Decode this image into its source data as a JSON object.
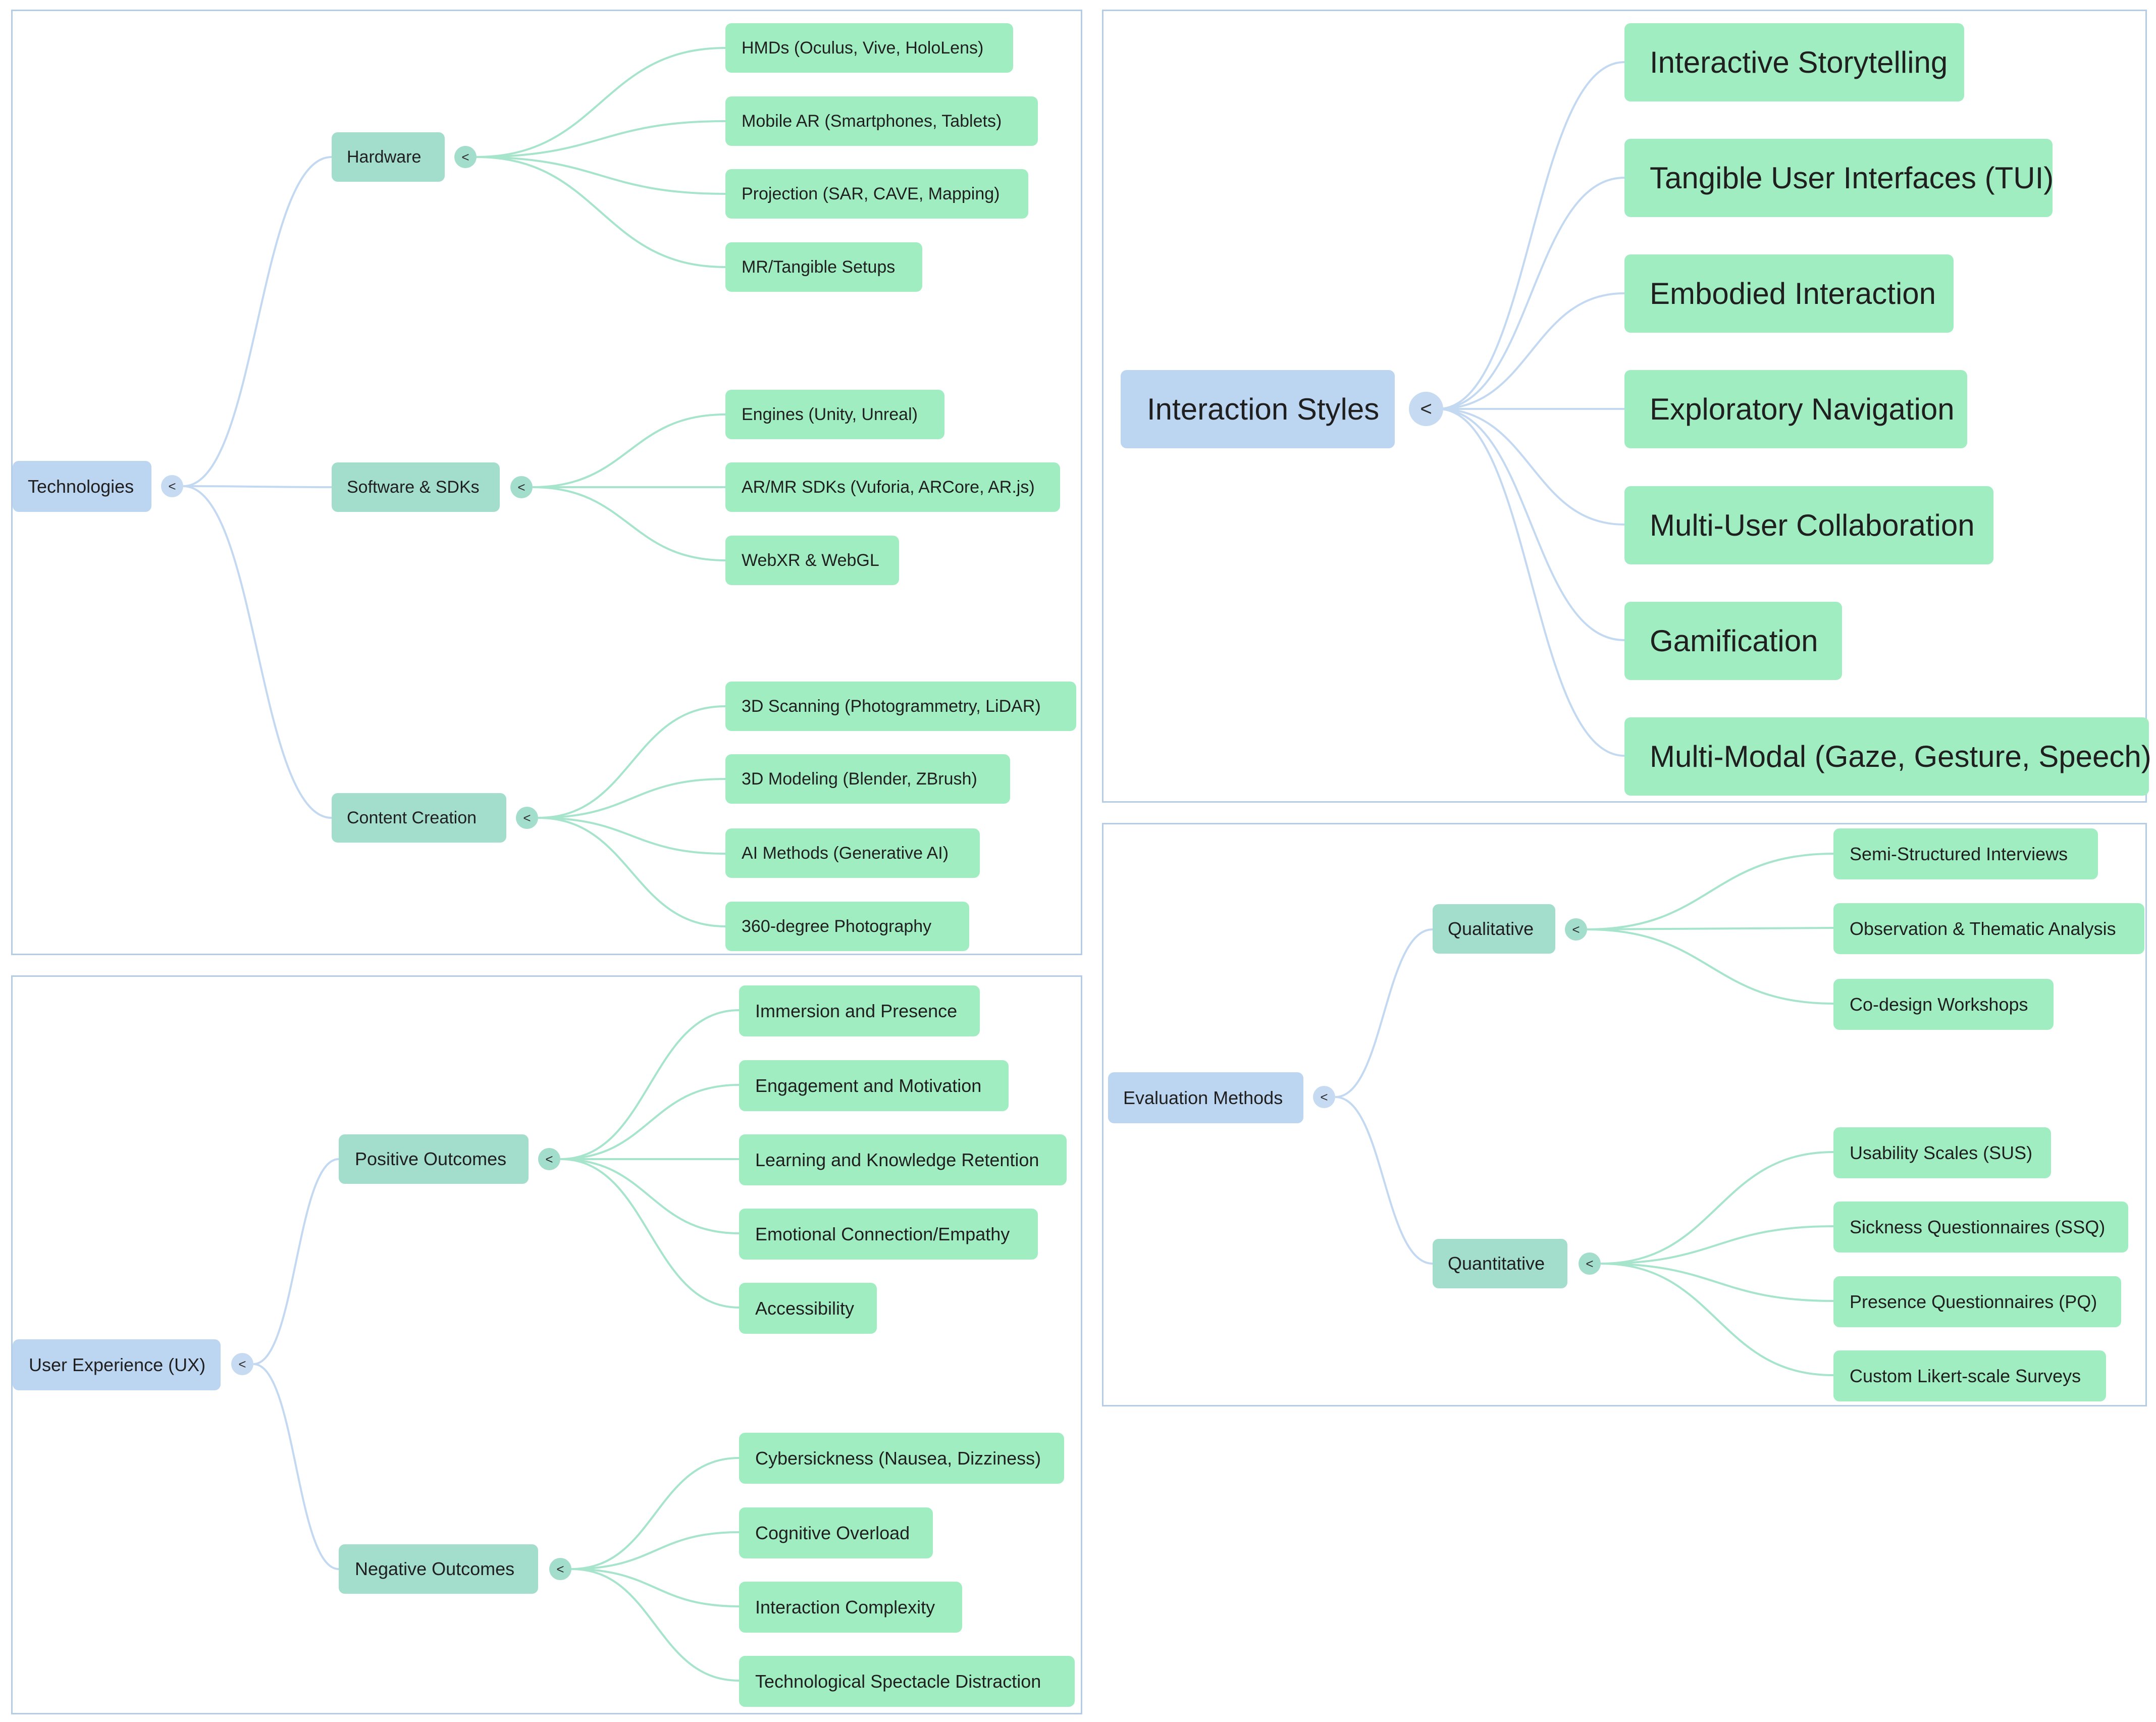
{
  "colors": {
    "root": "#bcd5f1",
    "branch": "#a3ddcb",
    "leaf": "#a0edc1",
    "link_blue": "#c3d8f1",
    "link_green": "#a6e4cc",
    "border": "#b5cce6"
  },
  "toggle_symbol": "<",
  "technologies": {
    "root": "Technologies",
    "branches": [
      {
        "label": "Hardware",
        "leaves": [
          "HMDs (Oculus, Vive, HoloLens)",
          "Mobile AR (Smartphones, Tablets)",
          "Projection (SAR, CAVE, Mapping)",
          "MR/Tangible Setups"
        ]
      },
      {
        "label": "Software & SDKs",
        "leaves": [
          "Engines (Unity, Unreal)",
          "AR/MR SDKs (Vuforia, ARCore, AR.js)",
          "WebXR & WebGL"
        ]
      },
      {
        "label": "Content Creation",
        "leaves": [
          "3D Scanning (Photogrammetry, LiDAR)",
          "3D Modeling (Blender, ZBrush)",
          "AI Methods (Generative AI)",
          "360-degree Photography"
        ]
      }
    ]
  },
  "interaction_styles": {
    "root": "Interaction Styles",
    "leaves": [
      "Interactive Storytelling",
      "Tangible User Interfaces (TUI)",
      "Embodied Interaction",
      "Exploratory Navigation",
      "Multi-User Collaboration",
      "Gamification",
      "Multi-Modal (Gaze, Gesture, Speech)"
    ]
  },
  "user_experience": {
    "root": "User Experience (UX)",
    "branches": [
      {
        "label": "Positive Outcomes",
        "leaves": [
          "Immersion and Presence",
          "Engagement and Motivation",
          "Learning and Knowledge Retention",
          "Emotional Connection/Empathy",
          "Accessibility"
        ]
      },
      {
        "label": "Negative Outcomes",
        "leaves": [
          "Cybersickness (Nausea, Dizziness)",
          "Cognitive Overload",
          "Interaction Complexity",
          "Technological Spectacle Distraction"
        ]
      }
    ]
  },
  "evaluation_methods": {
    "root": "Evaluation Methods",
    "branches": [
      {
        "label": "Qualitative",
        "leaves": [
          "Semi-Structured Interviews",
          "Observation & Thematic Analysis",
          "Co-design Workshops"
        ]
      },
      {
        "label": "Quantitative",
        "leaves": [
          "Usability Scales (SUS)",
          "Sickness Questionnaires (SSQ)",
          "Presence Questionnaires (PQ)",
          "Custom Likert-scale Surveys"
        ]
      }
    ]
  }
}
